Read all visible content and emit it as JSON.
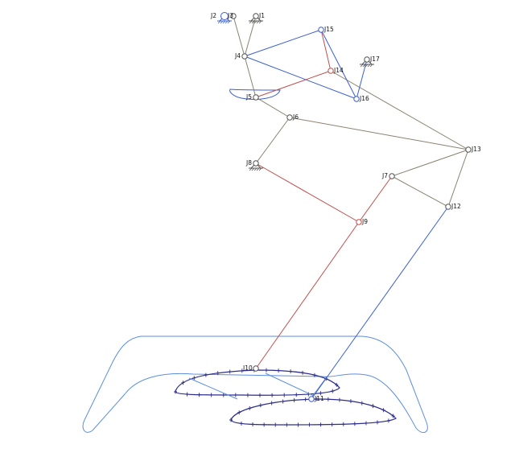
{
  "colors": {
    "background": "#ffffff",
    "link_brown": "#8a8270",
    "link_blue": "#3a5fd0",
    "link_red": "#c0504d",
    "curve_blue": "#5b8ee0",
    "path_navy": "#2c2c8c",
    "joint_default": "#555555"
  },
  "joints": [
    {
      "id": "J1",
      "label": "J1",
      "ground": true
    },
    {
      "id": "J2",
      "label": "J2",
      "ground": true
    },
    {
      "id": "J3",
      "label": "J3",
      "ground": false
    },
    {
      "id": "J4",
      "label": "J4",
      "ground": false
    },
    {
      "id": "J5",
      "label": "J5",
      "ground": false
    },
    {
      "id": "J6",
      "label": "J6",
      "ground": false
    },
    {
      "id": "J7",
      "label": "J7",
      "ground": false
    },
    {
      "id": "J8",
      "label": "J8",
      "ground": true
    },
    {
      "id": "J9",
      "label": "J9",
      "ground": false
    },
    {
      "id": "J10",
      "label": "J10",
      "ground": false
    },
    {
      "id": "J11",
      "label": "J11",
      "ground": false
    },
    {
      "id": "J12",
      "label": "J12",
      "ground": false
    },
    {
      "id": "J13",
      "label": "J13",
      "ground": false
    },
    {
      "id": "J14",
      "label": "J14",
      "ground": false
    },
    {
      "id": "J15",
      "label": "J15",
      "ground": false
    },
    {
      "id": "J16",
      "label": "J16",
      "ground": false
    },
    {
      "id": "J17",
      "label": "J17",
      "ground": true
    }
  ],
  "links": [
    {
      "from": "J1",
      "to": "J4",
      "color": "brown"
    },
    {
      "from": "J3",
      "to": "J4",
      "color": "brown"
    },
    {
      "from": "J4",
      "to": "J5",
      "color": "brown"
    },
    {
      "from": "J5",
      "to": "J6",
      "color": "brown"
    },
    {
      "from": "J6",
      "to": "J8",
      "color": "brown"
    },
    {
      "from": "J6",
      "to": "J13",
      "color": "brown"
    },
    {
      "from": "J14",
      "to": "J13",
      "color": "brown"
    },
    {
      "from": "J7",
      "to": "J13",
      "color": "brown"
    },
    {
      "from": "J7",
      "to": "J12",
      "color": "brown"
    },
    {
      "from": "J13",
      "to": "J12",
      "color": "brown"
    },
    {
      "from": "J4",
      "to": "J15",
      "color": "blue"
    },
    {
      "from": "J4",
      "to": "J16",
      "color": "blue"
    },
    {
      "from": "J15",
      "to": "J16",
      "color": "blue"
    },
    {
      "from": "J16",
      "to": "J17",
      "color": "blue"
    },
    {
      "from": "J15",
      "to": "J14",
      "color": "red"
    },
    {
      "from": "J5",
      "to": "J14",
      "color": "red"
    },
    {
      "from": "J8",
      "to": "J9",
      "color": "red"
    },
    {
      "from": "J7",
      "to": "J9",
      "color": "red"
    },
    {
      "from": "J9",
      "to": "J10",
      "color": "red"
    },
    {
      "from": "J12",
      "to": "J11",
      "color": "blue"
    }
  ]
}
